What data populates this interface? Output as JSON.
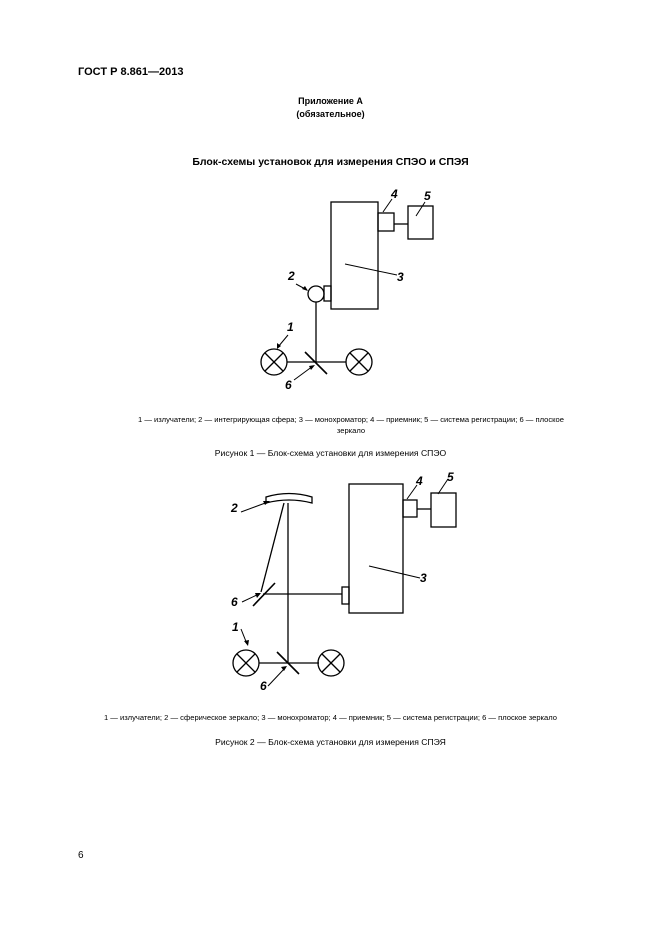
{
  "header": {
    "standard": "ГОСТ Р 8.861—2013"
  },
  "appendix": {
    "title": "Приложение А",
    "subtitle": "(обязательное)"
  },
  "section": {
    "title": "Блок-схемы установок для измерения СПЭО и СПЭЯ"
  },
  "figure1": {
    "labels": [
      "1",
      "2",
      "3",
      "4",
      "5",
      "6"
    ],
    "legend_line1": "1 — излучатели; 2 — интегрирующая сфера; 3 — монохроматор; 4 — приемник; 5 — система регистрации; 6 — плоское",
    "legend_line2": "зеркало",
    "caption": "Рисунок 1 — Блок-схема установки для измерения СПЭО"
  },
  "figure2": {
    "labels": [
      "1",
      "2",
      "3",
      "4",
      "5",
      "6",
      "6"
    ],
    "legend": "1 — излучатели; 2 — сферическое зеркало; 3 — монохроматор; 4 — приемник; 5 — система регистрации; 6 — плоское зеркало",
    "caption": "Рисунок 2 — Блок-схема установки для измерения СПЭЯ"
  },
  "page": {
    "number": "6"
  }
}
